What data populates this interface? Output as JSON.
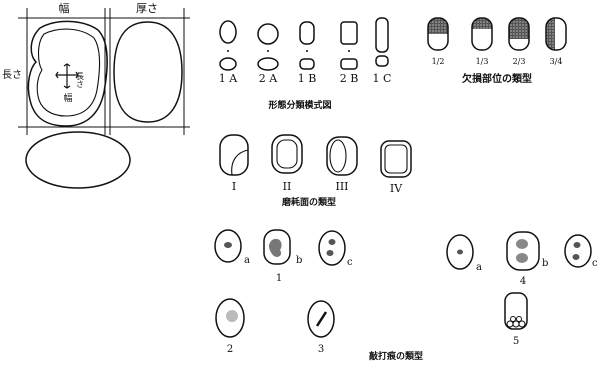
{
  "measurement_figure": {
    "width_label": "幅",
    "thickness_label": "厚さ",
    "length_label": "長さ",
    "inner_length_label": "長さ",
    "inner_width_label": "幅"
  },
  "shape_types": {
    "items": [
      "1 A",
      "2 A",
      "1 B",
      "2 B",
      "1 C"
    ],
    "caption": "形態分類模式図"
  },
  "missing_part_types": {
    "items": [
      "1/2",
      "1/3",
      "2/3",
      "3/4"
    ],
    "caption": "欠損部位の類型"
  },
  "wear_surface_types": {
    "items": [
      "I",
      "II",
      "III",
      "IV"
    ],
    "caption": "磨耗面の類型"
  },
  "percussion_types": {
    "group1": {
      "number": "1",
      "variants": [
        "a",
        "b",
        "c"
      ]
    },
    "group2": {
      "number": "2"
    },
    "group3": {
      "number": "3"
    },
    "group4": {
      "number": "4",
      "variants": [
        "a",
        "b",
        "c"
      ]
    },
    "group5": {
      "number": "5"
    },
    "caption": "敲打痕の類型"
  }
}
